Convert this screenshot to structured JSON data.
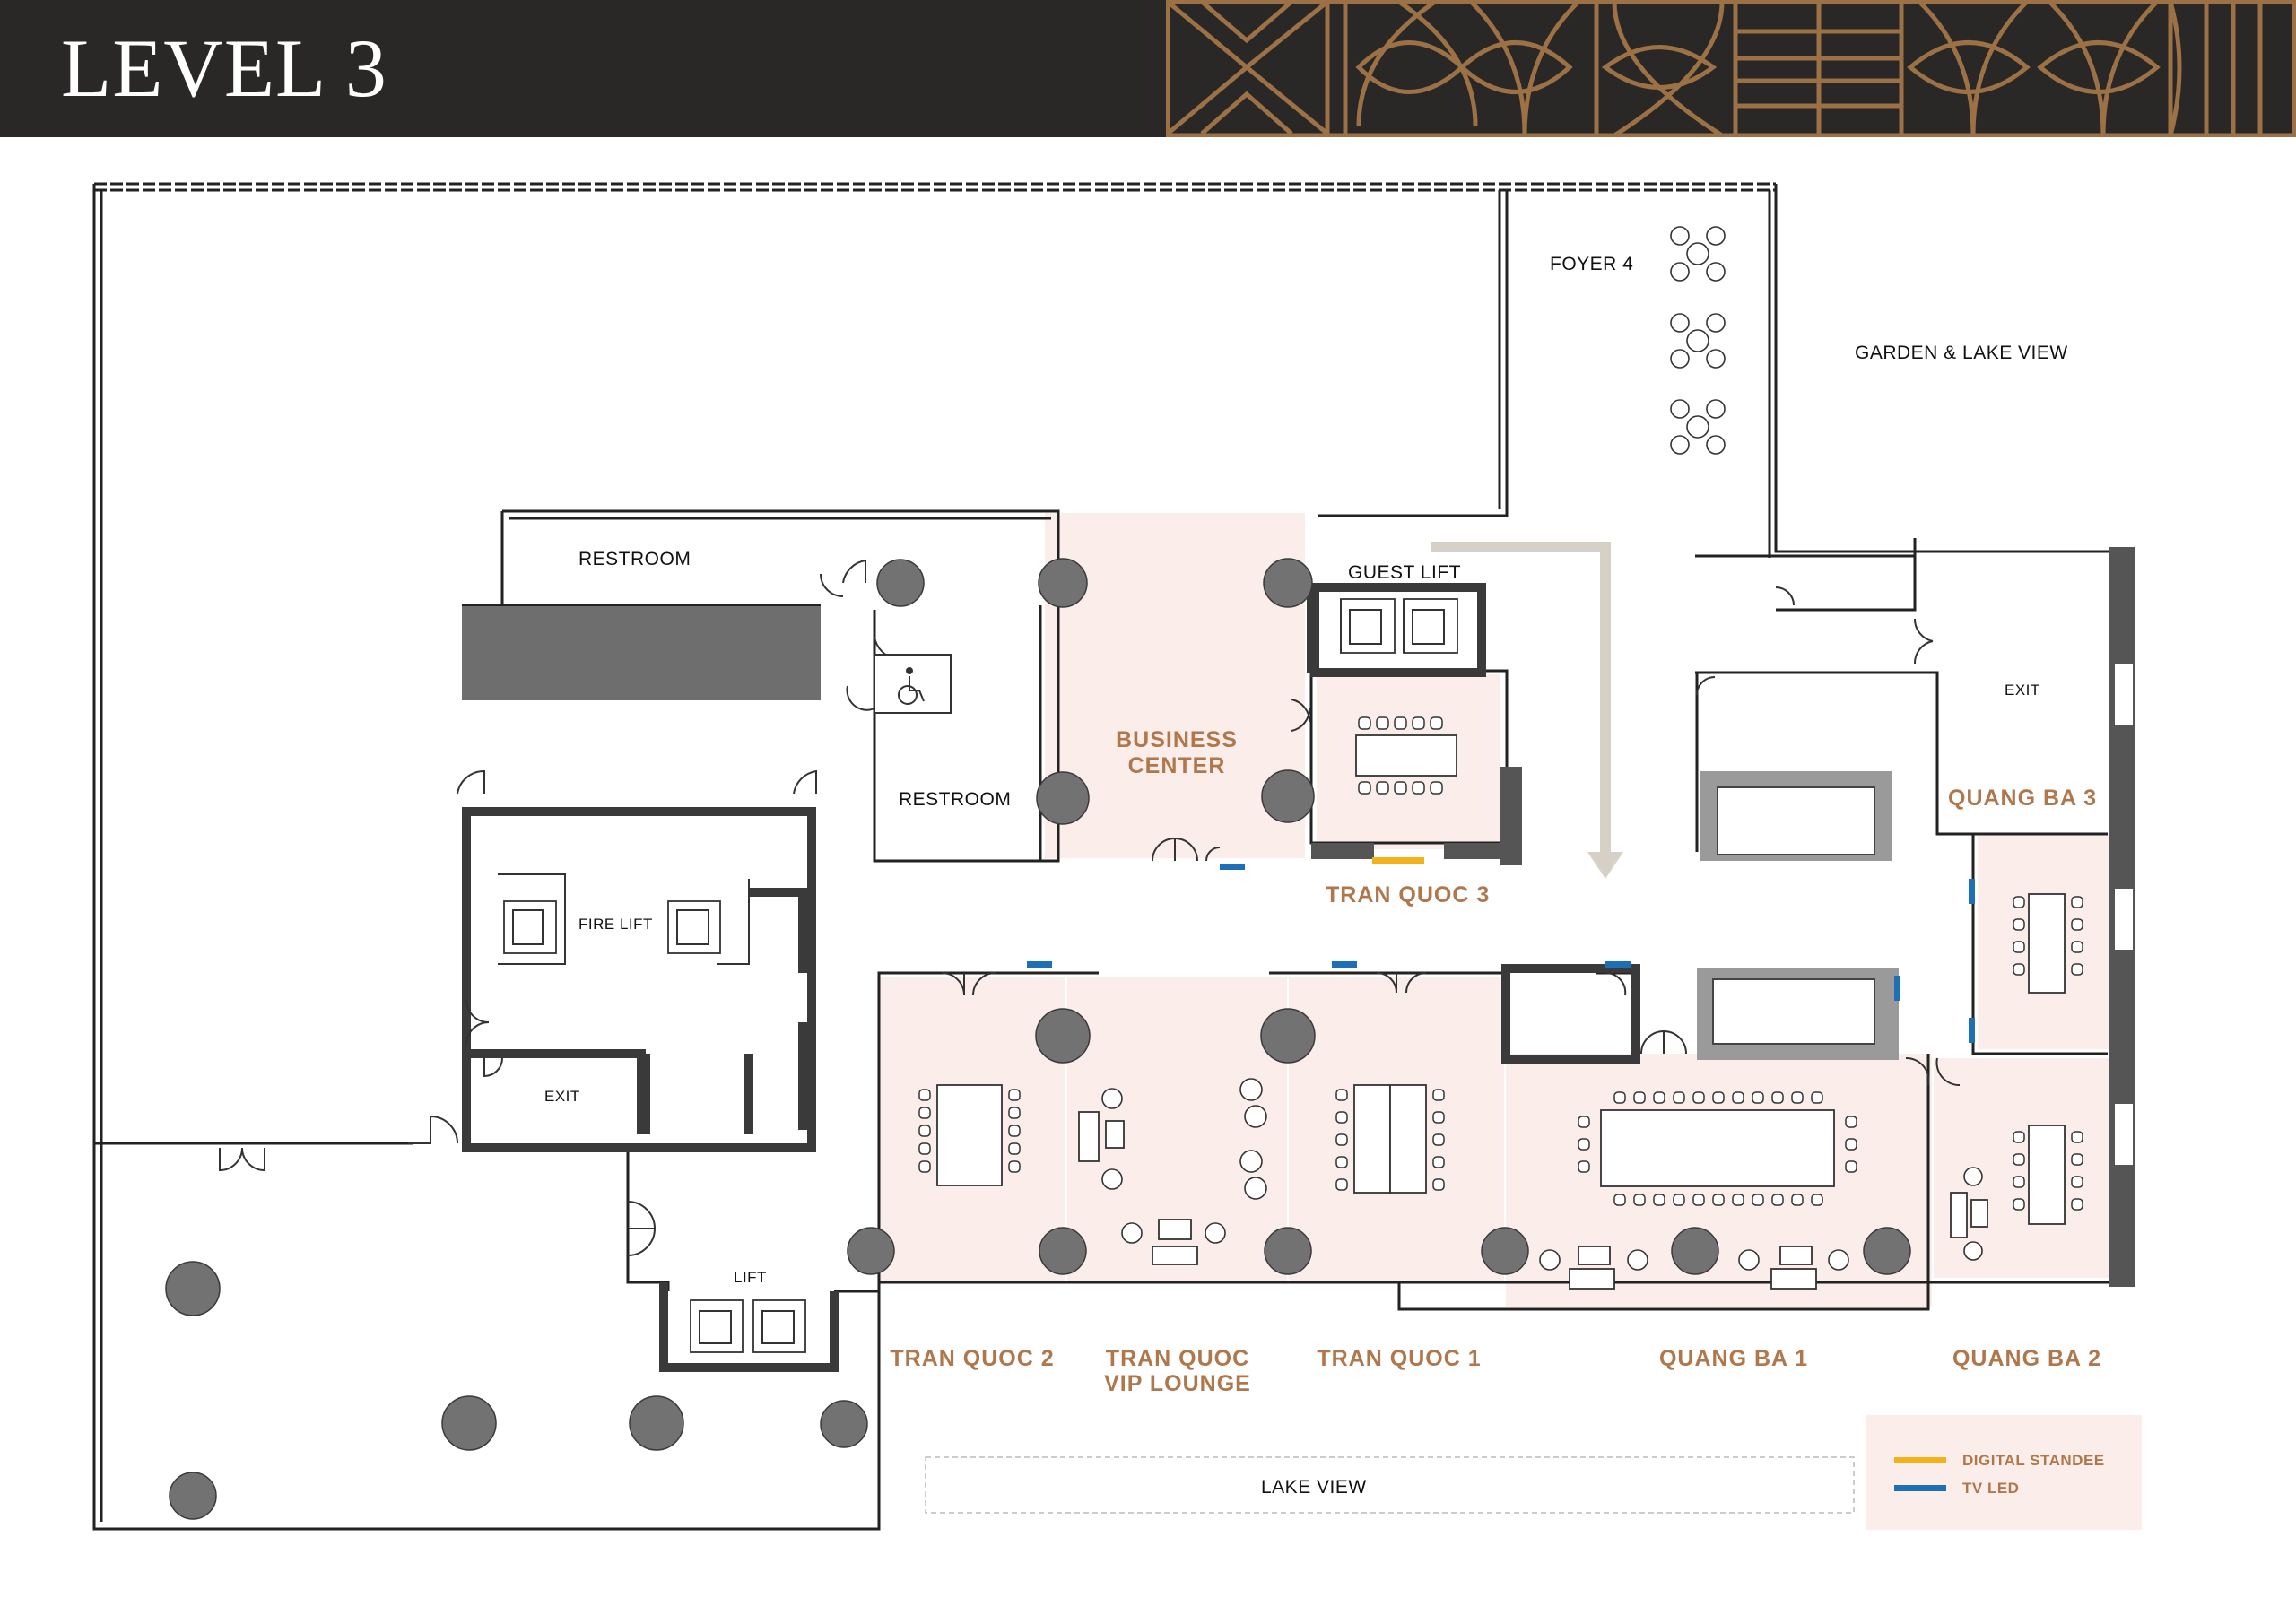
{
  "page": {
    "title": "LEVEL 3"
  },
  "colors": {
    "header_bg": "#2a2826",
    "ornament": "#9c7145",
    "room_fill": "#fbeeea",
    "room_label": "#b0774c",
    "column": "#727272",
    "digital_standee": "#f3b21c",
    "tv_led": "#1d6fb8",
    "arrow": "#d6d0c7"
  },
  "areas": {
    "foyer_4": "FOYER 4",
    "garden_lake_view": "GARDEN & LAKE VIEW",
    "restroom_1": "RESTROOM",
    "restroom_2": "RESTROOM",
    "guest_lift": "GUEST LIFT",
    "business_center": [
      "BUSINESS",
      "CENTER"
    ],
    "exit_1": "EXIT",
    "exit_2": "EXIT",
    "fire_lift": "FIRE LIFT",
    "lift": "LIFT",
    "lake_view": "LAKE VIEW"
  },
  "rooms": {
    "tran_quoc_3": "TRAN QUOC 3",
    "quang_ba_3": "QUANG BA 3",
    "tran_quoc_2": "TRAN QUOC 2",
    "tran_quoc_vip": [
      "TRAN QUOC",
      "VIP LOUNGE"
    ],
    "tran_quoc_1": "TRAN QUOC 1",
    "quang_ba_1": "QUANG BA 1",
    "quang_ba_2": "QUANG BA 2"
  },
  "legend": [
    {
      "label": "DIGITAL STANDEE",
      "color": "#f3b21c"
    },
    {
      "label": "TV LED",
      "color": "#1d6fb8"
    }
  ],
  "icons": [
    "accessible-restroom-icon",
    "elevator-icon",
    "direction-arrow-icon",
    "lounge-chair-icon"
  ]
}
